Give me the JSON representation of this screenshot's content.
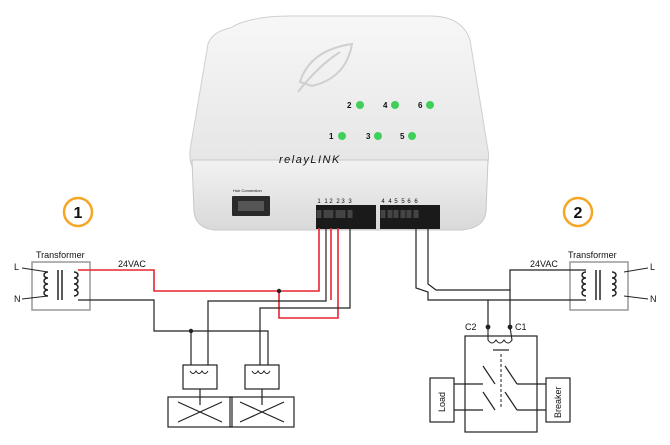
{
  "device": {
    "brand": "relayLINK",
    "port_label": "Hub Connection",
    "leds": [
      "1",
      "2",
      "3",
      "4",
      "5",
      "6"
    ],
    "led_color": "#3fcf5a",
    "terminal_numbers": [
      "1",
      "1",
      "2",
      "2",
      "3",
      "3",
      "4",
      "4",
      "5",
      "5",
      "6",
      "6"
    ]
  },
  "circuit_1": {
    "badge": "1",
    "transformer_label": "Transformer",
    "voltage_label": "24VAC",
    "line_label": "L",
    "neutral_label": "N"
  },
  "circuit_2": {
    "badge": "2",
    "transformer_label": "Transformer",
    "voltage_label": "24VAC",
    "line_label": "L",
    "neutral_label": "N",
    "contactor": {
      "c1_label": "C1",
      "c2_label": "C2",
      "load_label": "Load",
      "breaker_label": "Breaker"
    }
  },
  "colors": {
    "badge_ring": "#f5a623",
    "hot_wire": "#e8242f",
    "wire": "#222222",
    "terminal_block": "#1a1a1a",
    "transformer_box": "#999999"
  }
}
